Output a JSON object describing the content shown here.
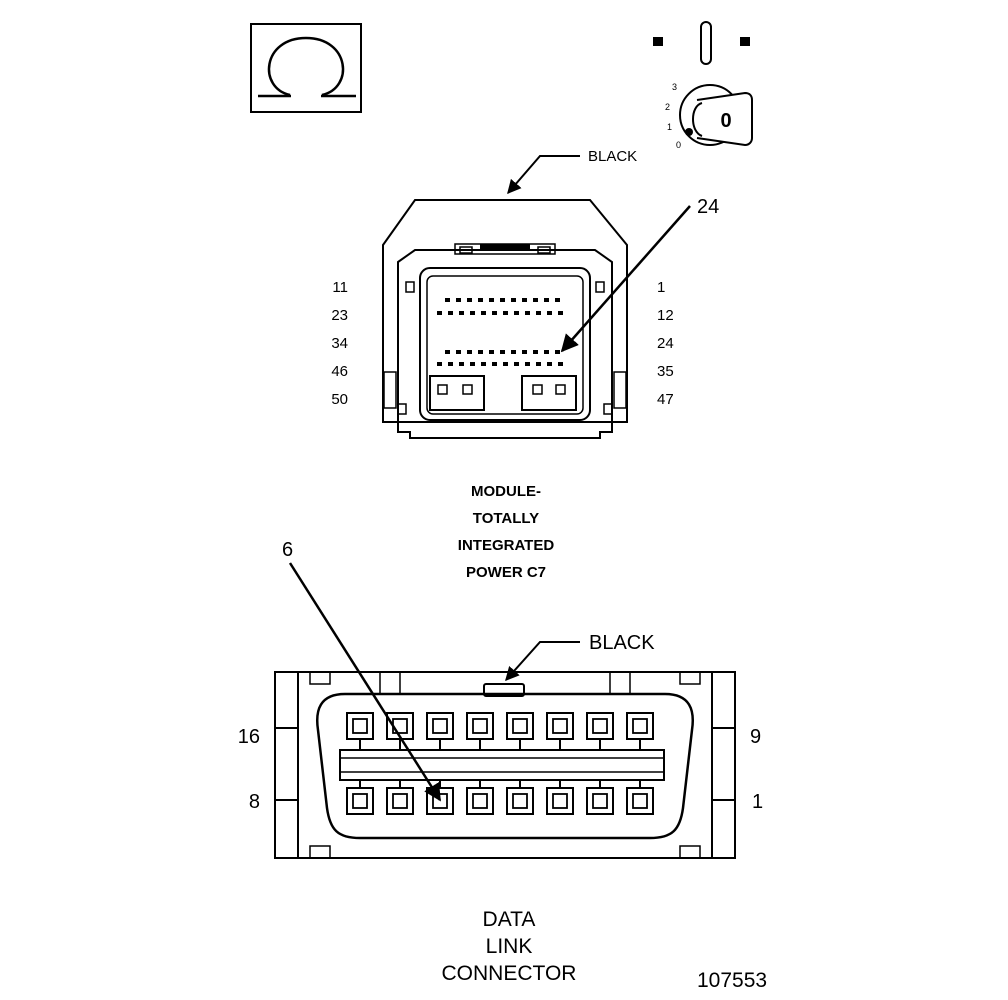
{
  "ignition_key": {
    "position_labels": [
      "3",
      "2",
      "1",
      "0"
    ],
    "key_label": "0"
  },
  "module_connector": {
    "color_callout": "BLACK",
    "pin_callout": "24",
    "left_pin_labels": [
      "11",
      "23",
      "34",
      "46",
      "50"
    ],
    "right_pin_labels": [
      "1",
      "12",
      "24",
      "35",
      "47"
    ],
    "caption_lines": [
      "MODULE-",
      "TOTALLY",
      "INTEGRATED",
      "POWER C7"
    ]
  },
  "data_link_connector": {
    "color_callout": "BLACK",
    "pin_callout": "6",
    "left_pin_labels": [
      "16",
      "8"
    ],
    "right_pin_labels": [
      "9",
      "1"
    ],
    "caption_lines": [
      "DATA",
      "LINK",
      "CONNECTOR"
    ]
  },
  "figure_number": "107553"
}
